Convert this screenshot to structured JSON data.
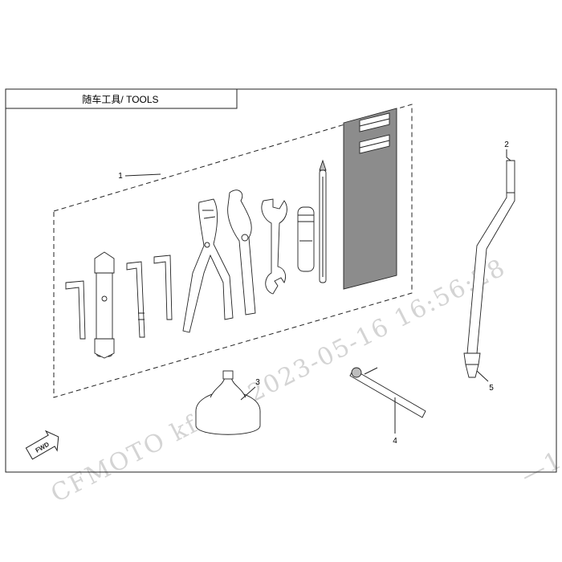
{
  "header": {
    "title": "随车工具/ TOOLS"
  },
  "callouts": [
    "1",
    "2",
    "3",
    "4",
    "5"
  ],
  "watermark": {
    "line1": "CFMOTO  kf-jad  2023-05-16  16:56:28",
    "line2": "—1"
  },
  "direction_badge": {
    "label": "FWD"
  }
}
